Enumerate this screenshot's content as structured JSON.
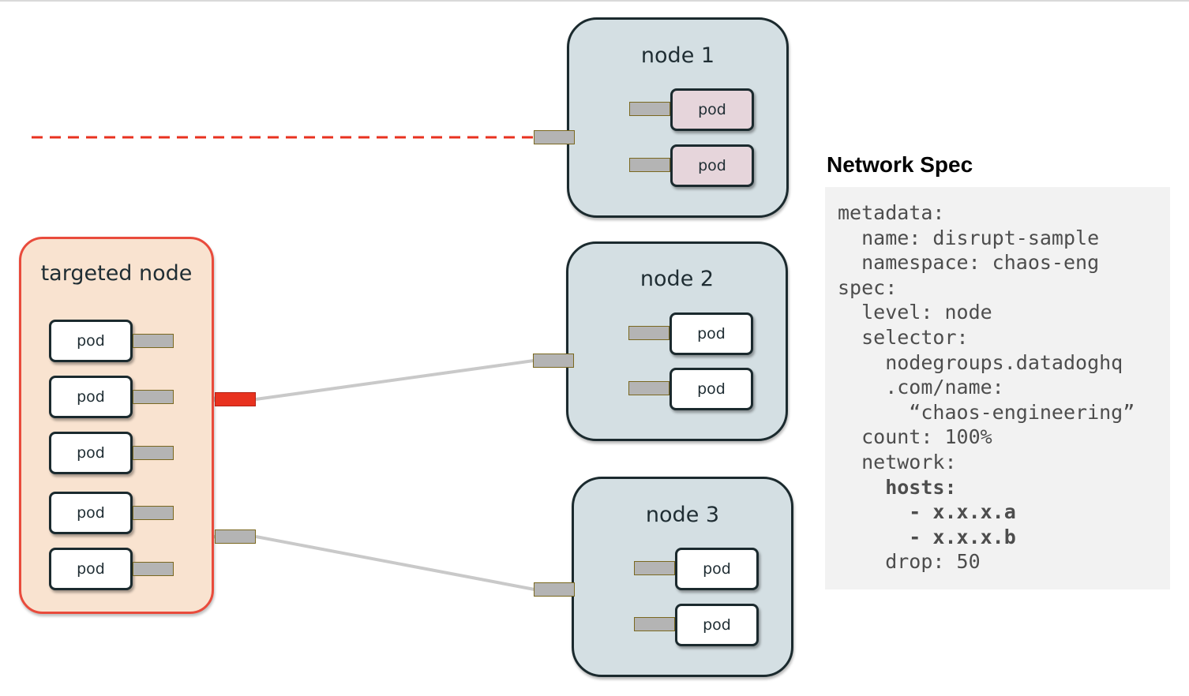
{
  "diagram": {
    "targeted_node": {
      "title": "targeted node",
      "pods": [
        "pod",
        "pod",
        "pod",
        "pod",
        "pod"
      ]
    },
    "nodes": [
      {
        "title": "node 1",
        "pods": [
          "pod",
          "pod"
        ],
        "link_style": "dashed-red"
      },
      {
        "title": "node 2",
        "pods": [
          "pod",
          "pod"
        ],
        "link_style": "solid-gray"
      },
      {
        "title": "node 3",
        "pods": [
          "pod",
          "pod"
        ],
        "link_style": "solid-gray"
      }
    ],
    "colors": {
      "targeted_fill": "#f9e3d0",
      "targeted_border": "#e94b3c",
      "node_fill": "#d4dfe3",
      "disrupted_pod_fill": "#e6d5db",
      "dropped_link": "#e8321f",
      "normal_link": "#c9c9c9"
    }
  },
  "spec": {
    "title": "Network Spec",
    "lines": [
      {
        "text": "metadata:",
        "bold": false
      },
      {
        "text": "  name: disrupt-sample",
        "bold": false
      },
      {
        "text": "  namespace: chaos-eng",
        "bold": false
      },
      {
        "text": "spec:",
        "bold": false
      },
      {
        "text": "  level: node",
        "bold": false
      },
      {
        "text": "  selector:",
        "bold": false
      },
      {
        "text": "    nodegroups.datadoghq",
        "bold": false
      },
      {
        "text": "    .com/name:",
        "bold": false
      },
      {
        "text": "      “chaos-engineering”",
        "bold": false
      },
      {
        "text": "  count: 100%",
        "bold": false
      },
      {
        "text": "  network:",
        "bold": false
      },
      {
        "text": "    hosts:",
        "bold": true
      },
      {
        "text": "      - x.x.x.a",
        "bold": true
      },
      {
        "text": "      - x.x.x.b",
        "bold": true
      },
      {
        "text": "    drop: 50",
        "bold": false
      }
    ]
  }
}
